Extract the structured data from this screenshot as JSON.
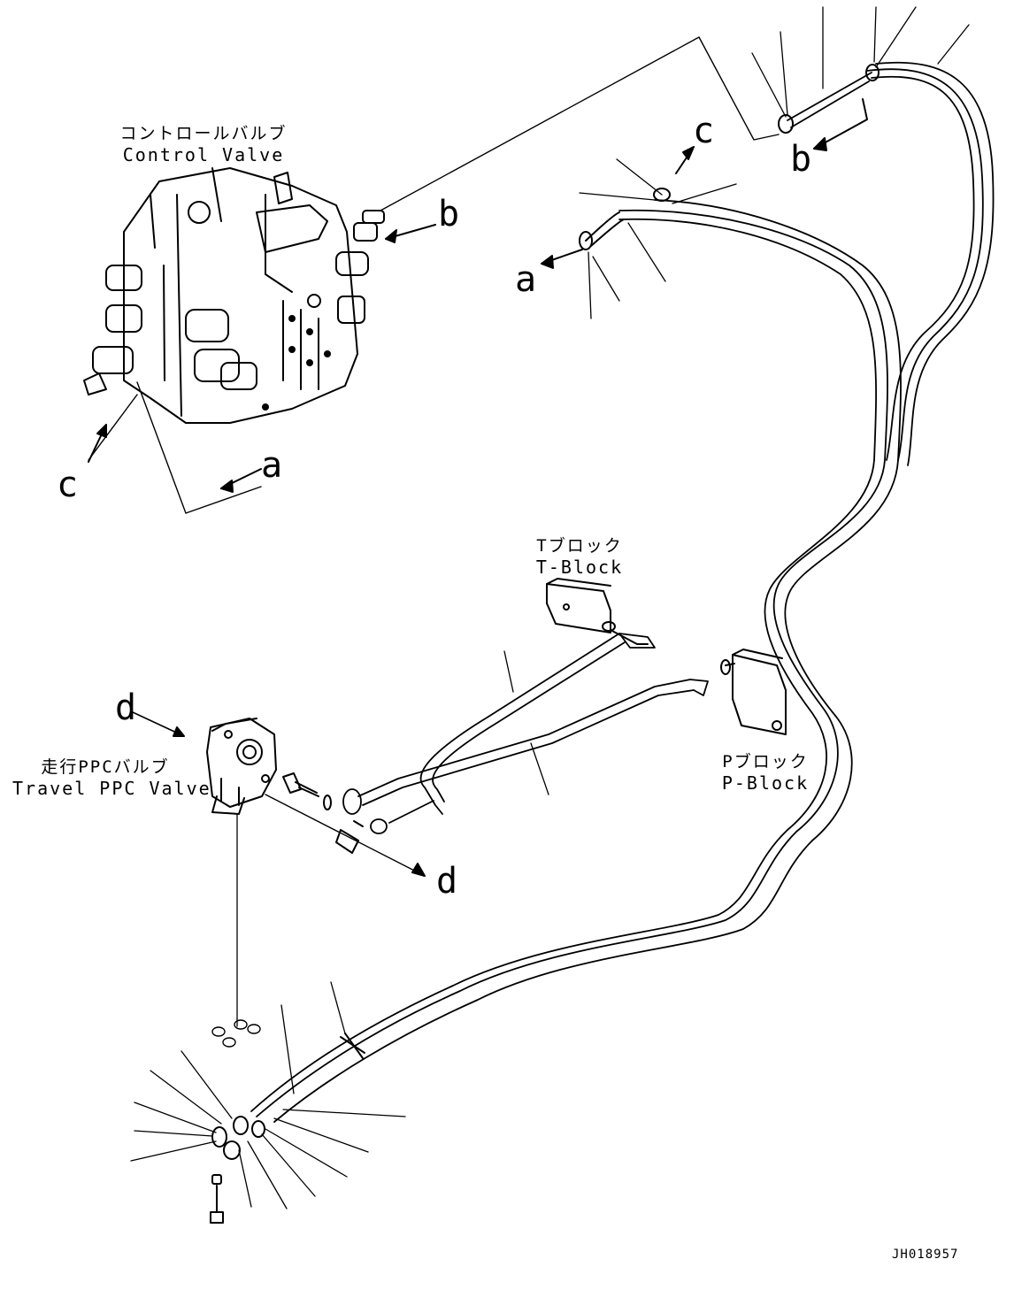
{
  "components": {
    "control_valve": {
      "label_jp": "コントロールバルブ",
      "label_en": "Control Valve"
    },
    "t_block": {
      "label_jp": "Tブロック",
      "label_en": "T-Block"
    },
    "p_block": {
      "label_jp": "Pブロック",
      "label_en": "P-Block"
    },
    "travel_ppc_valve": {
      "label_jp": "走行PPCバルブ",
      "label_en": "Travel PPC Valve"
    }
  },
  "callouts": {
    "a_left": "a",
    "a_right": "a",
    "b_left": "b",
    "b_right": "b",
    "c_left": "c",
    "c_right": "c",
    "d_top": "d",
    "d_bottom": "d"
  },
  "drawing_code": "JH018957",
  "colors": {
    "line": "#000000",
    "background": "#ffffff"
  }
}
